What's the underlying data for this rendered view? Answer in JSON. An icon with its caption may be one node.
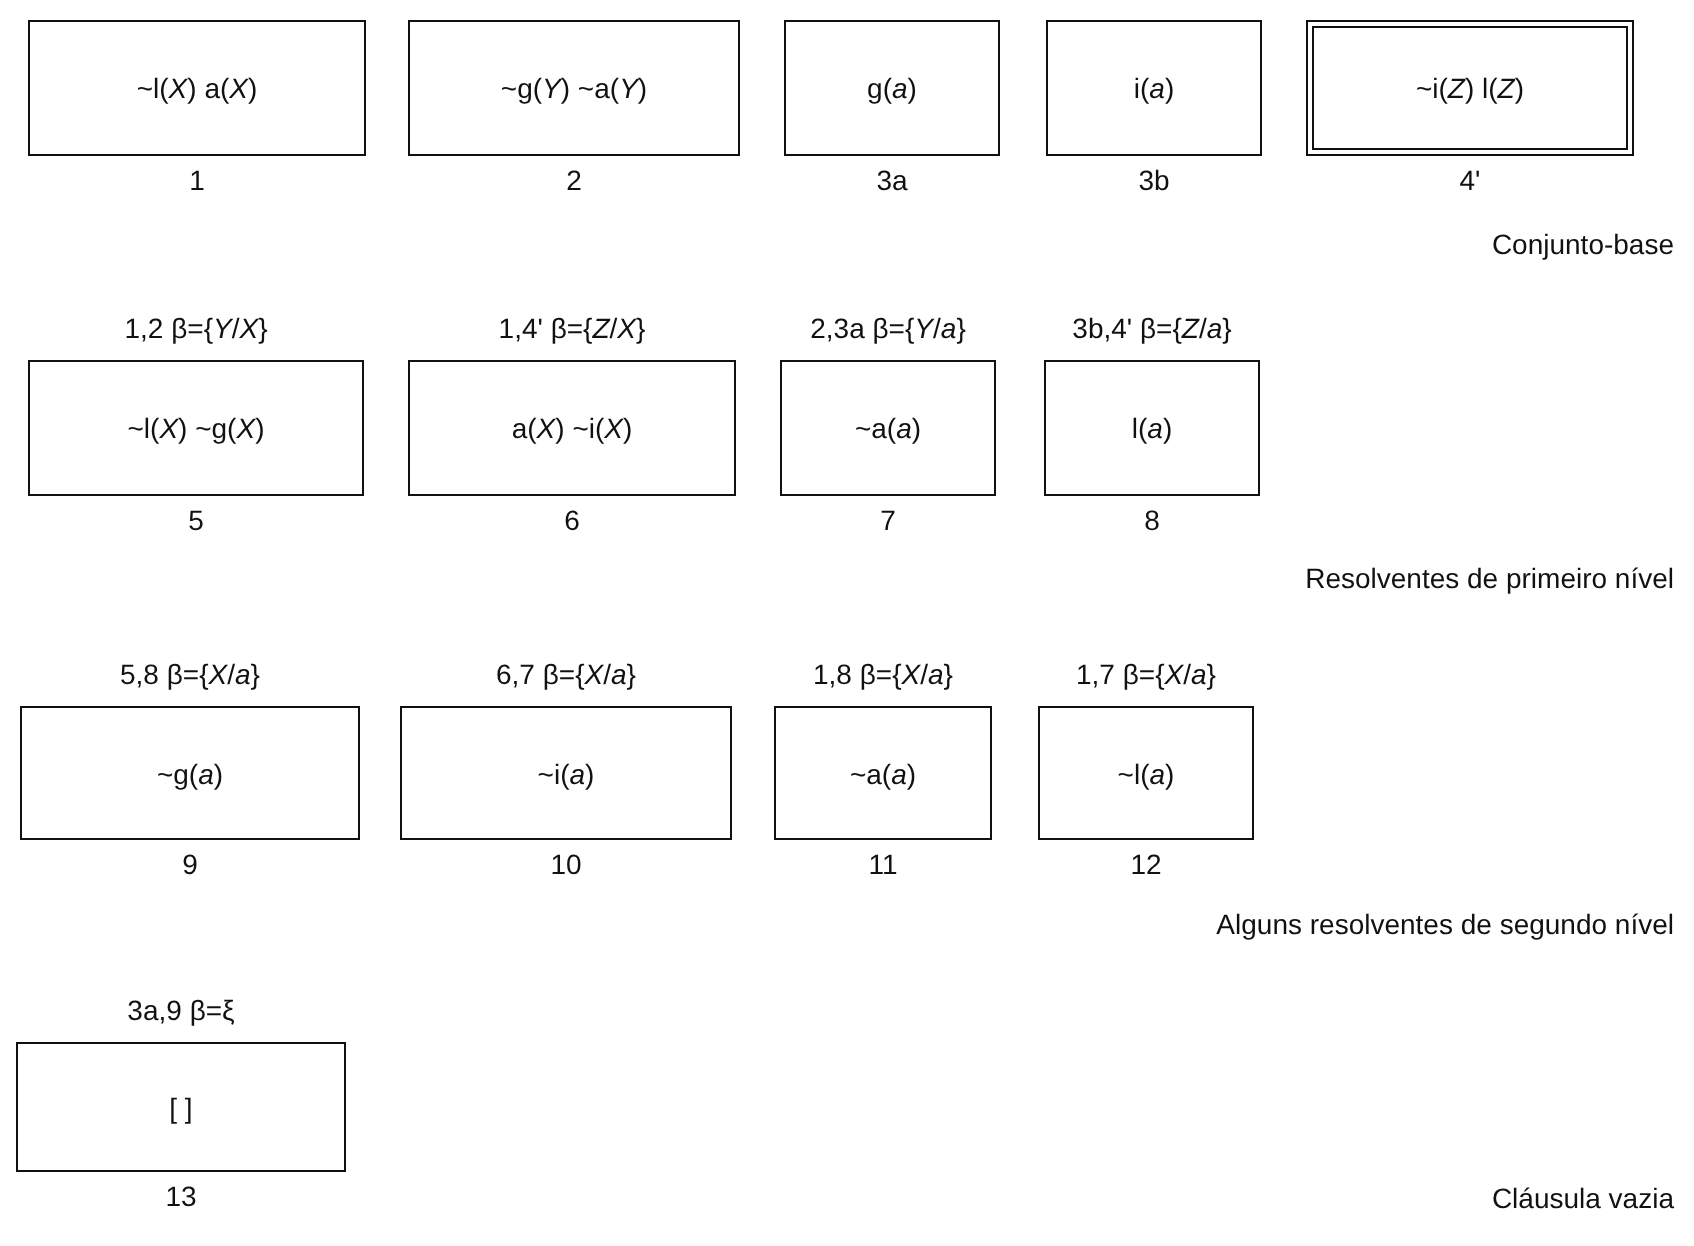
{
  "diagram": {
    "nodes": [
      {
        "text": [
          "~l(*X*) a(*X*)"
        ],
        "beside": [
          "1"
        ]
      },
      {
        "text": [
          "~g(*Y*) ~a(*Y*)"
        ],
        "beside": [
          "2"
        ]
      },
      {
        "text": [
          "g(*a*)"
        ],
        "beside": [
          "3a"
        ]
      },
      {
        "text": [
          "i(*a*)"
        ],
        "beside": [
          "3b"
        ]
      },
      {
        "text": [
          "~i(*Z*) l(*Z*)"
        ],
        "beside": [
          "4'"
        ]
      },
      {
        "text": [
          "~l(*X*) ~g(*X*)"
        ],
        "beside": [
          "1,2 β={*Y*/*X*}",
          "5"
        ]
      },
      {
        "text": [
          "a(*X*) ~i(*X*)"
        ],
        "beside": [
          "1,4' β={*Z*/*X*}",
          "6"
        ]
      },
      {
        "text": [
          "~a(*a*)"
        ],
        "beside": [
          "2,3a β={*Y*/*a*}",
          "7"
        ]
      },
      {
        "text": [
          "l(*a*)"
        ],
        "beside": [
          "3b,4' β={*Z*/*a*}",
          "8"
        ]
      },
      {
        "text": [
          "~g(*a*)"
        ],
        "beside": [
          "5,8 β={*X*/*a*}",
          "9"
        ]
      },
      {
        "text": [
          "~i(*a*)"
        ],
        "beside": [
          "6,7 β={*X*/*a*}",
          "10"
        ]
      },
      {
        "text": [
          "~a(*a*)"
        ],
        "beside": [
          "1,8 β={*X*/*a*}",
          "11"
        ]
      },
      {
        "text": [
          "~l(*a*)"
        ],
        "beside": [
          "1,7 β={*X*/*a*}",
          "12"
        ]
      },
      {
        "text": [
          "[ ]"
        ],
        "beside": [
          "3a,9 β=ξ",
          "13"
        ]
      }
    ],
    "labels": [
      "Conjunto-base",
      "Resolventes de primeiro nível",
      "Alguns resolventes de segundo nível",
      "Cláusula vazia"
    ]
  }
}
